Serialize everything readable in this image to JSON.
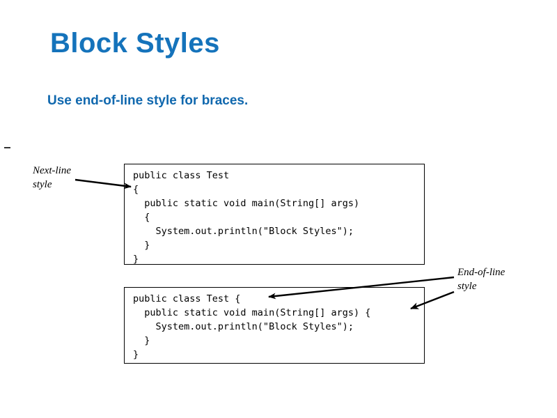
{
  "slide": {
    "title": "Block Styles",
    "subtitle": "Use end-of-line style for braces.",
    "title_color": "#1573bb",
    "subtitle_color": "#1068ae",
    "background_color": "#ffffff",
    "stray_dash": "-"
  },
  "code_blocks": [
    {
      "id": "next-line",
      "style_name": "Next-line style",
      "code": "public class Test\n{\n  public static void main(String[] args)\n  {\n    System.out.println(\"Block Styles\");\n  }\n}"
    },
    {
      "id": "end-of-line",
      "style_name": "End-of-line style",
      "code": "public class Test {\n  public static void main(String[] args) {\n    System.out.println(\"Block Styles\");\n  }\n}"
    }
  ],
  "annotations": [
    {
      "id": "next-line-label",
      "text": "Next-line\nstyle",
      "points_to": "opening brace on line 2 of first code block"
    },
    {
      "id": "end-of-line-label",
      "text": "End-of-line\nstyle",
      "points_to": "trailing braces on lines 1 and 2 of second code block"
    }
  ]
}
